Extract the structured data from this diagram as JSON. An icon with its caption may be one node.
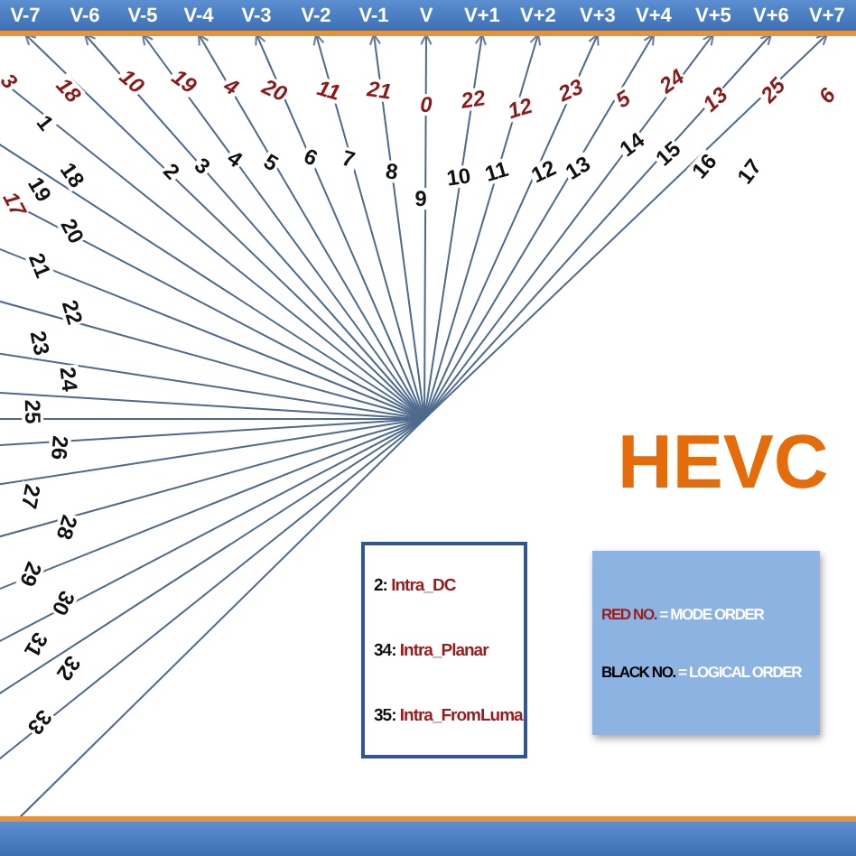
{
  "diagram": {
    "nodes": [
      {
        "text": [],
        "shape": "bar"
      },
      {
        "text": [
          "V-7"
        ],
        "in": 0
      },
      {
        "text": [
          "V-6"
        ],
        "in": 0
      },
      {
        "text": [
          "V-5"
        ],
        "in": 0
      },
      {
        "text": [
          "V-4"
        ],
        "in": 0
      },
      {
        "text": [
          "V-3"
        ],
        "in": 0
      },
      {
        "text": [
          "V-2"
        ],
        "in": 0
      },
      {
        "text": [
          "V-1"
        ],
        "in": 0
      },
      {
        "text": [
          "V"
        ],
        "in": 0
      },
      {
        "text": [
          "V+1"
        ],
        "in": 0
      },
      {
        "text": [
          "V+2"
        ],
        "in": 0
      },
      {
        "text": [
          "V+3"
        ],
        "in": 0
      },
      {
        "text": [
          "V+4"
        ],
        "in": 0
      },
      {
        "text": [
          "V+5"
        ],
        "in": 0
      },
      {
        "text": [
          "V+6"
        ],
        "in": 0
      },
      {
        "text": [
          "V+7"
        ],
        "in": 0
      },
      {
        "text": [],
        "shape": "bar"
      },
      {
        "text": [
          "2: Intra_DC",
          "34: Intra_Planar",
          "35: Intra_FromLuma"
        ]
      },
      {
        "text": [
          "RED NO. = MODE ORDER",
          "BLACK NO. = LOGICAL ORDER"
        ]
      }
    ],
    "edges": [
      {
        "from": null,
        "to": 1,
        "arrow": "to"
      },
      {
        "from": null,
        "to": 2,
        "arrow": "to"
      },
      {
        "from": null,
        "to": 3,
        "arrow": "to"
      },
      {
        "from": null,
        "to": 4,
        "arrow": "to"
      },
      {
        "from": null,
        "to": 5,
        "arrow": "to"
      },
      {
        "from": null,
        "to": 6,
        "arrow": "to"
      },
      {
        "from": null,
        "to": 7,
        "arrow": "to"
      },
      {
        "from": null,
        "to": 8,
        "arrow": "to"
      },
      {
        "from": null,
        "to": 9,
        "arrow": "to"
      },
      {
        "from": null,
        "to": 10,
        "arrow": "to"
      },
      {
        "from": null,
        "to": 11,
        "arrow": "to"
      },
      {
        "from": null,
        "to": 12,
        "arrow": "to"
      },
      {
        "from": null,
        "to": 13,
        "arrow": "to"
      },
      {
        "from": null,
        "to": 14,
        "arrow": "to"
      },
      {
        "from": null,
        "to": 15,
        "arrow": "to"
      }
    ],
    "labels": [
      "3",
      "18",
      "10",
      "19",
      "4",
      "20",
      "11",
      "21",
      "0",
      "22",
      "12",
      "23",
      "5",
      "24",
      "13",
      "25",
      "6",
      "1",
      "18",
      "2",
      "3",
      "4",
      "5",
      "6",
      "7",
      "8",
      "9",
      "10",
      "11",
      "12",
      "13",
      "14",
      "15",
      "16",
      "17",
      "19",
      "17",
      "20",
      "21",
      "22",
      "23",
      "24",
      "25",
      "26",
      "27",
      "28",
      "29",
      "30",
      "31",
      "32",
      "33",
      "HEVC"
    ]
  }
}
